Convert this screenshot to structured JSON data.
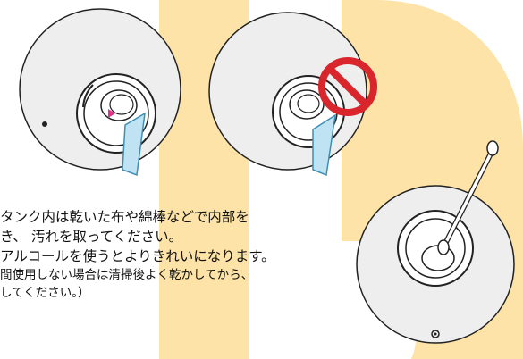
{
  "page": {
    "background": "#ffffff",
    "accent_band_color": "#fde3a7",
    "prohibited_color": "#d8262c",
    "arrow_color": "#e0308a",
    "stick_color": "#bfe3f2"
  },
  "illustrations": {
    "panel_1": {
      "icon": "tank-wiping-stick-icon"
    },
    "panel_2": {
      "icon": "prohibited-icon"
    },
    "panel_3": {
      "icon": "cotton-swab-icon"
    }
  },
  "instructions": {
    "line_1": "タンク内は乾いた布や綿棒などで内部を",
    "line_2": "き、 汚れを取ってください。",
    "line_3": "アルコールを使うとよりきれいになります。",
    "line_4": "間使用しない場合は清掃後よく乾かしてから、",
    "line_5": "してください。）"
  }
}
